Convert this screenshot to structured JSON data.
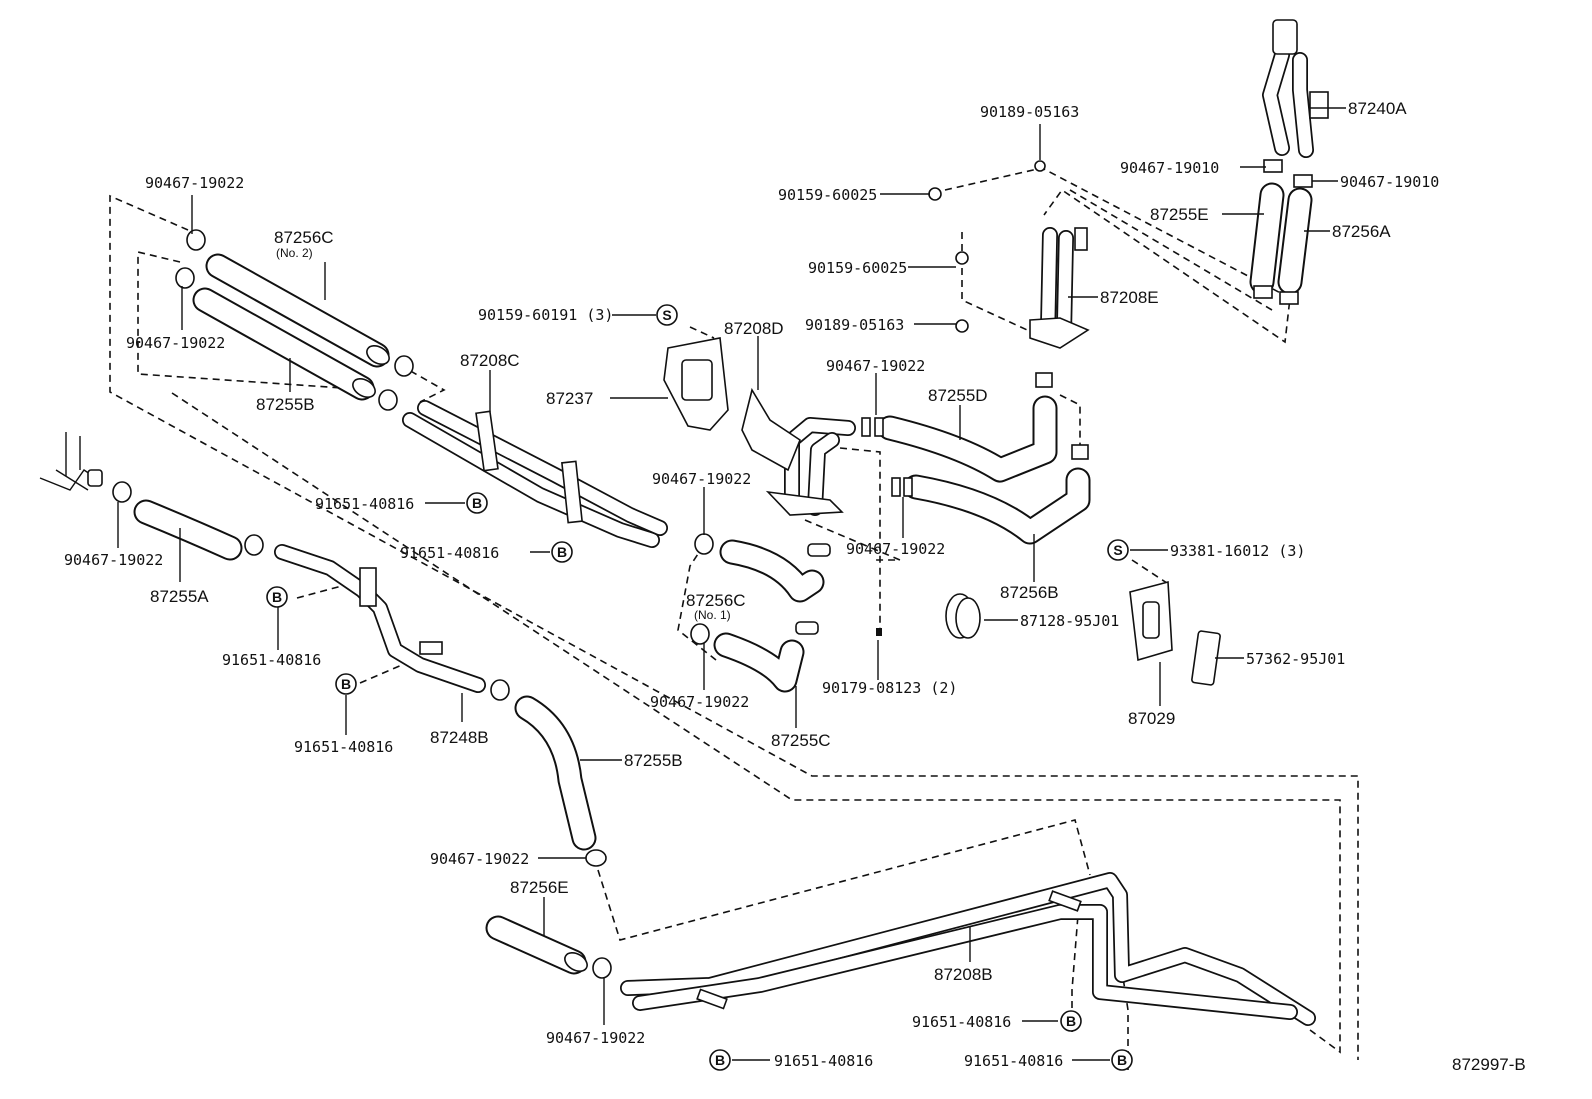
{
  "diagram_code": "872997-B",
  "labels": {
    "p_87240A": "87240A",
    "p_90467_19010_l": "90467-19010",
    "p_90467_19010_r": "90467-19010",
    "p_87255E": "87255E",
    "p_87256A": "87256A",
    "p_90189_05163_top": "90189-05163",
    "p_90159_60025_a": "90159-60025",
    "p_90159_60025_b": "90159-60025",
    "p_90189_05163_b": "90189-05163",
    "p_87208E": "87208E",
    "p_90467_19022_tl": "90467-19022",
    "p_87256C_no2": "87256C",
    "p_no2": "(No. 2)",
    "p_90467_19022_tl2": "90467-19022",
    "p_87255B_top": "87255B",
    "p_87208C": "87208C",
    "p_90159_60191": "90159-60191 (3)",
    "p_87208D": "87208D",
    "p_87237": "87237",
    "p_90467_19022_c": "90467-19022",
    "p_87255D": "87255D",
    "p_91651_40816_a": "91651-40816",
    "p_90467_19022_d": "90467-19022",
    "p_91651_40816_b": "91651-40816",
    "p_90467_19022_e": "90467-19022",
    "p_90467_19022_f": "90467-19022",
    "p_87255A": "87255A",
    "p_87256C_no1": "87256C",
    "p_no1": "(No. 1)",
    "p_87256B": "87256B",
    "p_93381_16012": "93381-16012 (3)",
    "p_91651_40816_c": "91651-40816",
    "p_87128_95J01": "87128-95J01",
    "p_57362_95J01": "57362-95J01",
    "p_90179_08123": "90179-08123 (2)",
    "p_90467_19022_g": "90467-19022",
    "p_87029": "87029",
    "p_91651_40816_d": "91651-40816",
    "p_87248B": "87248B",
    "p_87255C": "87255C",
    "p_87255B_low": "87255B",
    "p_90467_19022_h": "90467-19022",
    "p_87256E": "87256E",
    "p_87208B": "87208B",
    "p_91651_40816_e": "91651-40816",
    "p_90467_19022_i": "90467-19022",
    "p_91651_40816_f": "91651-40816",
    "p_91651_40816_g": "91651-40816"
  },
  "symbols": {
    "bolt_b": "B",
    "screw_s": "S"
  }
}
